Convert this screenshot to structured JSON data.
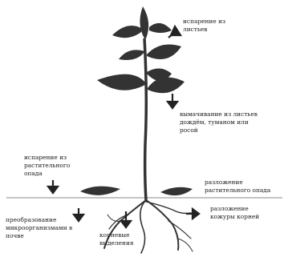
{
  "labels": {
    "evaporation": [
      "испарение из",
      "листьев"
    ],
    "leaching": [
      "вымачивание из листьев",
      "дождём, туманом или",
      "росой"
    ],
    "volatilization": [
      "испарение из",
      "растительного",
      "опада"
    ],
    "litter_decomposition": [
      "разложение",
      "растительного опада"
    ],
    "microbial_transformation": [
      "преобразование",
      "микроорганизмами в",
      "почве"
    ],
    "root_decomposition": [
      "разложение",
      "кожуры корней"
    ],
    "root_exudation": [
      "корневые",
      "выделения"
    ]
  },
  "colors": {
    "ink": "#222222",
    "plant": "#333333",
    "ground": "#777777"
  }
}
